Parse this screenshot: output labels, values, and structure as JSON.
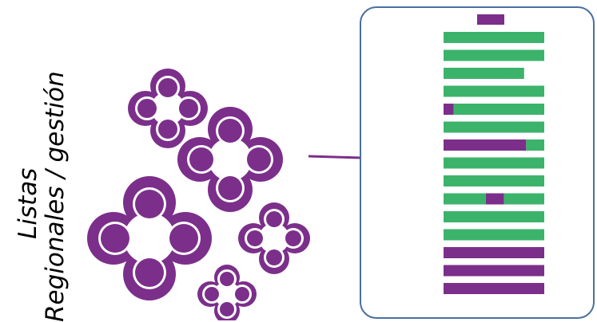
{
  "label": {
    "line1": "Listas",
    "line2": "Regionales / gestión"
  },
  "colors": {
    "purple": "#7b2f8a",
    "green": "#3cb36b",
    "frame_stroke": "#4a6fa0",
    "arrow": "#7b2f8a"
  },
  "flowers": [
    {
      "name": "flower-top-left",
      "scale": "medium"
    },
    {
      "name": "flower-center",
      "scale": "large"
    },
    {
      "name": "flower-bottom-left",
      "scale": "large"
    },
    {
      "name": "flower-right-small",
      "scale": "small"
    },
    {
      "name": "flower-bottom-small",
      "scale": "small"
    }
  ],
  "list_panel": {
    "header_color": "purple",
    "rows": [
      {
        "segments": [
          {
            "color": "green",
            "fraction": 1.0
          }
        ]
      },
      {
        "segments": [
          {
            "color": "green",
            "fraction": 1.0
          }
        ]
      },
      {
        "segments": [
          {
            "color": "green",
            "fraction": 0.8
          }
        ]
      },
      {
        "segments": [
          {
            "color": "green",
            "fraction": 1.0
          }
        ]
      },
      {
        "segments": [
          {
            "color": "purple",
            "fraction": 0.1
          },
          {
            "color": "green",
            "fraction": 0.9
          }
        ]
      },
      {
        "segments": [
          {
            "color": "green",
            "fraction": 1.0
          }
        ]
      },
      {
        "segments": [
          {
            "color": "purple",
            "fraction": 0.82
          },
          {
            "color": "green",
            "fraction": 0.18
          }
        ]
      },
      {
        "segments": [
          {
            "color": "green",
            "fraction": 1.0
          }
        ]
      },
      {
        "segments": [
          {
            "color": "green",
            "fraction": 1.0
          }
        ]
      },
      {
        "segments": [
          {
            "color": "green",
            "fraction": 0.42
          },
          {
            "color": "purple",
            "fraction": 0.18
          },
          {
            "color": "green",
            "fraction": 0.4
          }
        ]
      },
      {
        "segments": [
          {
            "color": "green",
            "fraction": 1.0
          }
        ]
      },
      {
        "segments": [
          {
            "color": "green",
            "fraction": 1.0
          }
        ]
      },
      {
        "segments": [
          {
            "color": "purple",
            "fraction": 1.0
          }
        ]
      },
      {
        "segments": [
          {
            "color": "purple",
            "fraction": 1.0
          }
        ]
      },
      {
        "segments": [
          {
            "color": "purple",
            "fraction": 1.0
          }
        ]
      }
    ]
  }
}
